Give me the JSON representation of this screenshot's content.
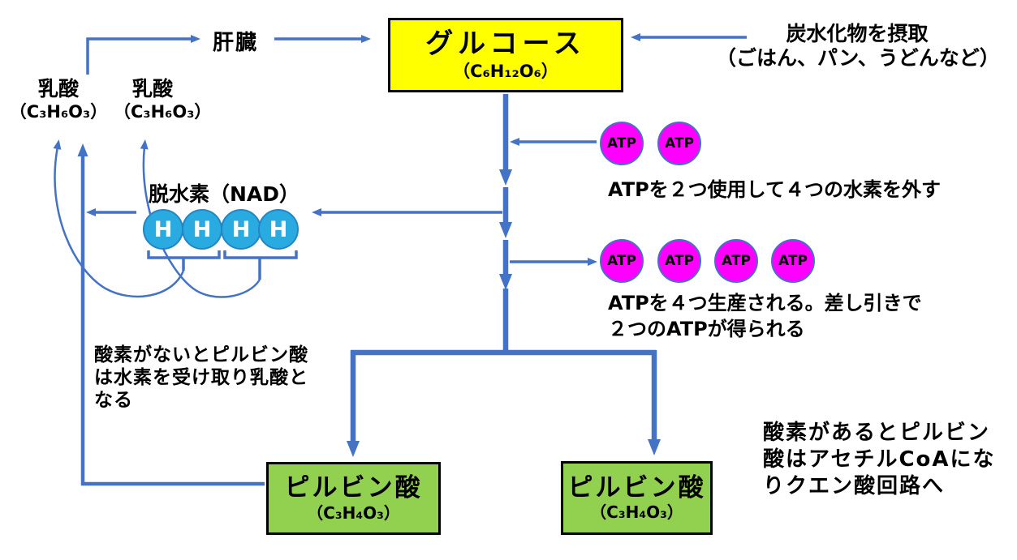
{
  "colors": {
    "arrow_blue": "#4472C4",
    "glucose_yellow": "#FFFF00",
    "pyruvate_green": "#92D050",
    "atp_magenta": "#FF00FF",
    "hydrogen_cyan": "#29ABE2",
    "text_black": "#000000"
  },
  "top": {
    "liver_label": "肝臓",
    "carb_line1": "炭水化物を摂取",
    "carb_line2": "（ごはん、パン、うどんなど）"
  },
  "glucose": {
    "title": "グルコース",
    "formula": "（C₆H₁₂O₆）"
  },
  "lactate1": {
    "title": "乳酸",
    "formula": "（C₃H₆O₃）"
  },
  "lactate2": {
    "title": "乳酸",
    "formula": "（C₃H₆O₃）"
  },
  "nad": {
    "label": "脱水素（NAD）",
    "h_symbols": [
      "H",
      "H",
      "H",
      "H"
    ]
  },
  "atp_used": {
    "circles": [
      "ATP",
      "ATP"
    ],
    "caption": "ATPを２つ使用して４つの水素を外す"
  },
  "atp_produced": {
    "circles": [
      "ATP",
      "ATP",
      "ATP",
      "ATP"
    ],
    "caption_line1": "ATPを４つ生産される。差し引きで",
    "caption_line2": "２つのATPが得られる"
  },
  "anaerobic_note": {
    "line1": "酸素がないとピルビン酸",
    "line2": "は水素を受け取り乳酸と",
    "line3": "なる"
  },
  "aerobic_note": {
    "line1": "酸素があるとピルビン",
    "line2": "酸はアセチルCoAにな",
    "line3": "りクエン酸回路へ"
  },
  "pyruvate_left": {
    "title": "ピルビン酸",
    "formula": "（C₃H₄O₃）"
  },
  "pyruvate_right": {
    "title": "ピルビン酸",
    "formula": "（C₃H₄O₃）"
  }
}
